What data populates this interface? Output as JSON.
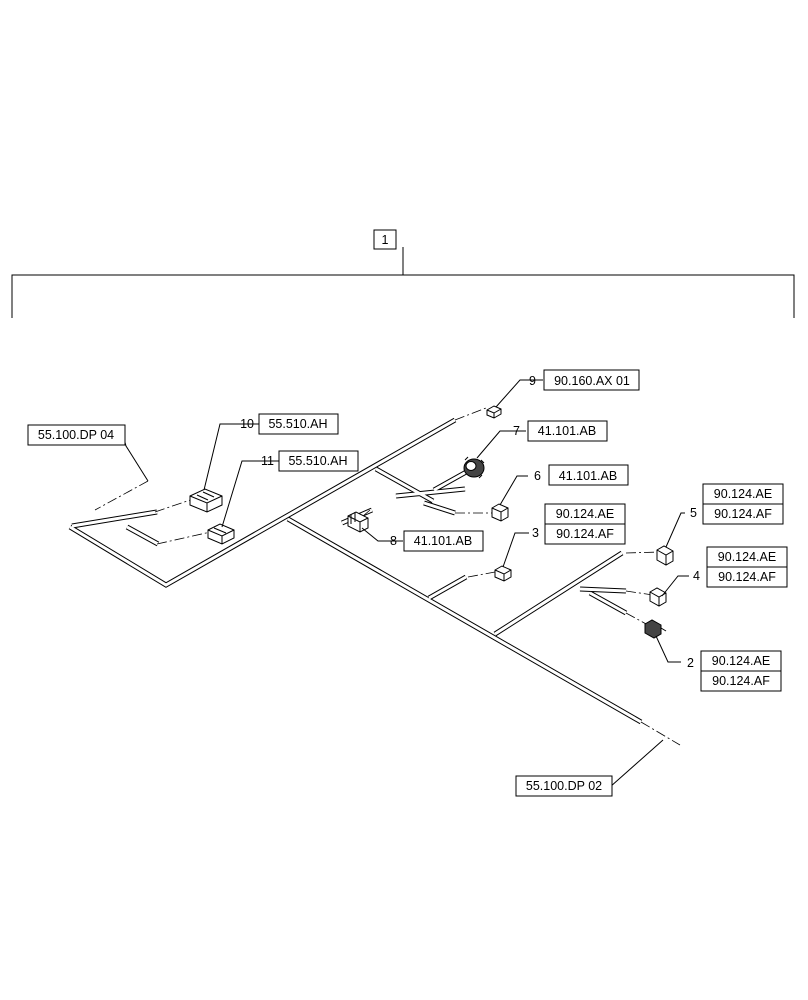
{
  "assembly": {
    "item": "1"
  },
  "callouts": [
    {
      "num": "9",
      "refs": [
        "90.160.AX 01"
      ]
    },
    {
      "num": "10",
      "refs": [
        "55.510.AH"
      ]
    },
    {
      "num": "11",
      "refs": [
        "55.510.AH"
      ]
    },
    {
      "num": "7",
      "refs": [
        "41.101.AB"
      ]
    },
    {
      "num": "6",
      "refs": [
        "41.101.AB"
      ]
    },
    {
      "num": "8",
      "refs": [
        "41.101.AB"
      ]
    },
    {
      "num": "3",
      "refs": [
        "90.124.AE",
        "90.124.AF"
      ]
    },
    {
      "num": "5",
      "refs": [
        "90.124.AE",
        "90.124.AF"
      ]
    },
    {
      "num": "4",
      "refs": [
        "90.124.AE",
        "90.124.AF"
      ]
    },
    {
      "num": "2",
      "refs": [
        "90.124.AE",
        "90.124.AF"
      ]
    }
  ],
  "external_refs": {
    "left": "55.100.DP 04",
    "bottom": "55.100.DP 02"
  }
}
